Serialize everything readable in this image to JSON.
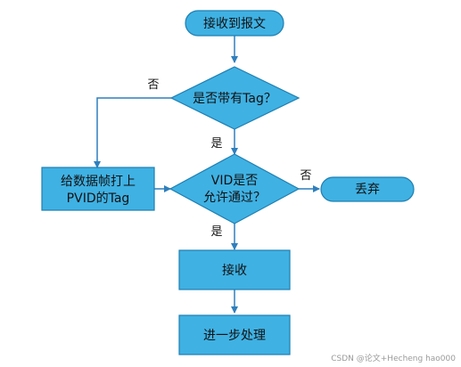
{
  "colors": {
    "fill": "#3fb1e3",
    "stroke": "#1f7fb2",
    "arrow": "#2f7fbd"
  },
  "nodes": {
    "start": "接收到报文",
    "decision_tag_line1": "是否带有Tag？",
    "decision_vid_line1": "VID是否",
    "decision_vid_line2": "允许通过？",
    "tag_frame_line1": "给数据帧打上",
    "tag_frame_line2": "PVID的Tag",
    "discard": "丢弃",
    "receive": "接收",
    "process": "进一步处理"
  },
  "edge_labels": {
    "tag_no": "否",
    "tag_yes": "是",
    "vid_no": "否",
    "vid_yes": "是"
  },
  "watermark": "CSDN @论文+Hecheng hao000"
}
